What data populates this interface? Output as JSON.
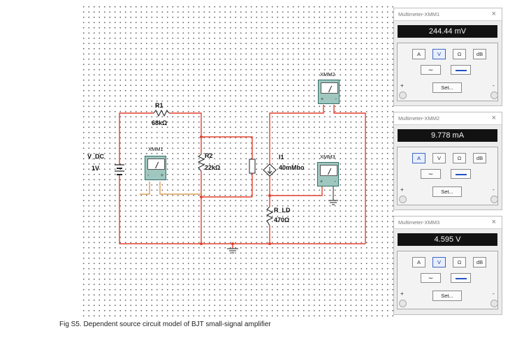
{
  "caption": "Fig S5. Dependent source circuit model of BJT small-signal amplifier",
  "components": {
    "r1": {
      "name": "R1",
      "value": "68kΩ"
    },
    "r2": {
      "name": "R2",
      "value": "22kΩ"
    },
    "rld": {
      "name": "R_LD",
      "value": "470Ω"
    },
    "vdc": {
      "name": "V_DC",
      "value": "1V"
    },
    "i1": {
      "name": "I1",
      "value": "40mMho"
    },
    "xmm1": {
      "name": "XMM1"
    },
    "xmm2": {
      "name": "XMM2"
    },
    "xmm3": {
      "name": "XMM3"
    }
  },
  "panels": [
    {
      "title": "Multimeter-XMM1",
      "reading": "244.44 mV"
    },
    {
      "title": "Multimeter-XMM2",
      "reading": "9.778 mA"
    },
    {
      "title": "Multimeter-XMM3",
      "reading": "4.595 V"
    }
  ],
  "buttons": {
    "amp": "A",
    "volt": "V",
    "ohm": "Ω",
    "db": "dB",
    "set": "Set...",
    "plus": "+",
    "minus": "-",
    "ac": "∼",
    "close": "×"
  },
  "colors": {
    "wire_red": "#e2412f",
    "wire_orange": "#d9a15a",
    "meter_fill": "#9fc7c0",
    "display_bg": "#121212"
  }
}
